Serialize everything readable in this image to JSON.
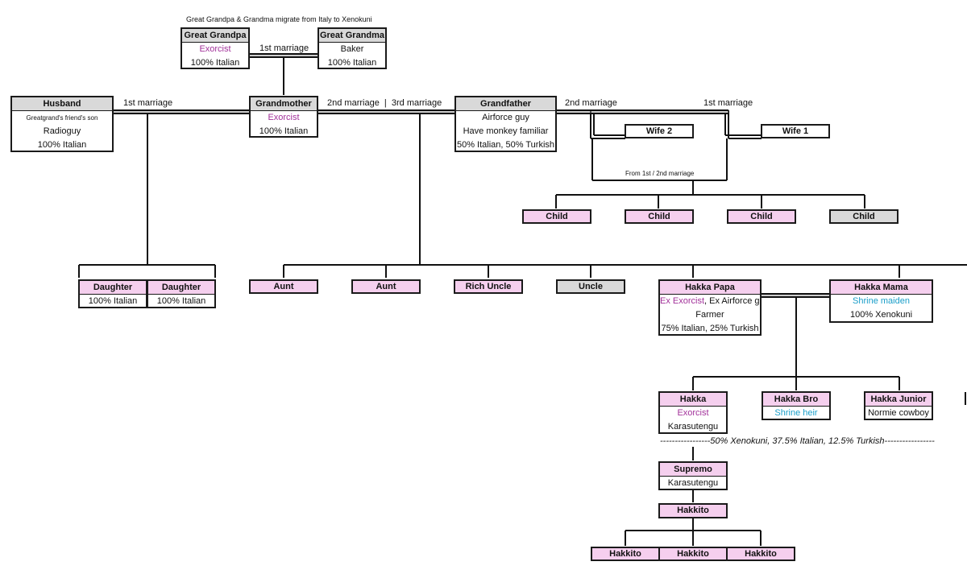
{
  "labels": {
    "migration": "Great Grandpa & Grandma migrate from Italy to Xenokuni",
    "gg_marriage": "1st marriage",
    "husband_marriage": "1st marriage",
    "gm_marriages": "2nd marriage  |  3rd marriage",
    "gf_2nd": "2nd marriage",
    "gf_1st": "1st marriage",
    "from_marriage": "From 1st / 2nd marriage",
    "hakka_ancestry": "-----------------50% Xenokuni, 37.5% Italian, 12.5% Turkish-----------------"
  },
  "people": {
    "great_grandpa": {
      "name": "Great Grandpa",
      "job": "Exorcist",
      "ancestry": "100% Italian"
    },
    "great_grandma": {
      "name": "Great Grandma",
      "job": "Baker",
      "ancestry": "100% Italian"
    },
    "husband": {
      "name": "Husband",
      "note": "Greatgrand's friend's son",
      "job": "Radioguy",
      "ancestry": "100% Italian"
    },
    "grandmother": {
      "name": "Grandmother",
      "job": "Exorcist",
      "ancestry": "100% Italian"
    },
    "grandfather": {
      "name": "Grandfather",
      "job": "Airforce guy",
      "note": "Have monkey familiar",
      "ancestry": "50% Italian, 50% Turkish"
    },
    "wife2": {
      "name": "Wife 2"
    },
    "wife1": {
      "name": "Wife 1"
    },
    "child1": {
      "name": "Child"
    },
    "child2": {
      "name": "Child"
    },
    "child3": {
      "name": "Child"
    },
    "child4": {
      "name": "Child"
    },
    "daughter1": {
      "name": "Daughter",
      "ancestry": "100% Italian"
    },
    "daughter2": {
      "name": "Daughter",
      "ancestry": "100% Italian"
    },
    "aunt1": {
      "name": "Aunt"
    },
    "aunt2": {
      "name": "Aunt"
    },
    "rich_uncle": {
      "name": "Rich Uncle"
    },
    "uncle": {
      "name": "Uncle"
    },
    "hakka_papa": {
      "name": "Hakka Papa",
      "job_a": "Ex Exorcist",
      "job_b": ", Ex Airforce guy",
      "note": "Farmer",
      "ancestry": "75% Italian, 25% Turkish"
    },
    "hakka_mama": {
      "name": "Hakka Mama",
      "job": "Shrine maiden",
      "ancestry": "100% Xenokuni"
    },
    "hakka": {
      "name": "Hakka",
      "job": "Exorcist",
      "note": "Karasutengu"
    },
    "hakka_bro": {
      "name": "Hakka Bro",
      "job": "Shrine heir"
    },
    "hakka_junior": {
      "name": "Hakka Junior",
      "job": "Normie cowboy"
    },
    "supremo": {
      "name": "Supremo",
      "note": "Karasutengu"
    },
    "hakkito_top": {
      "name": "Hakkito"
    },
    "hakkito1": {
      "name": "Hakkito"
    },
    "hakkito2": {
      "name": "Hakkito"
    },
    "hakkito3": {
      "name": "Hakkito"
    }
  }
}
